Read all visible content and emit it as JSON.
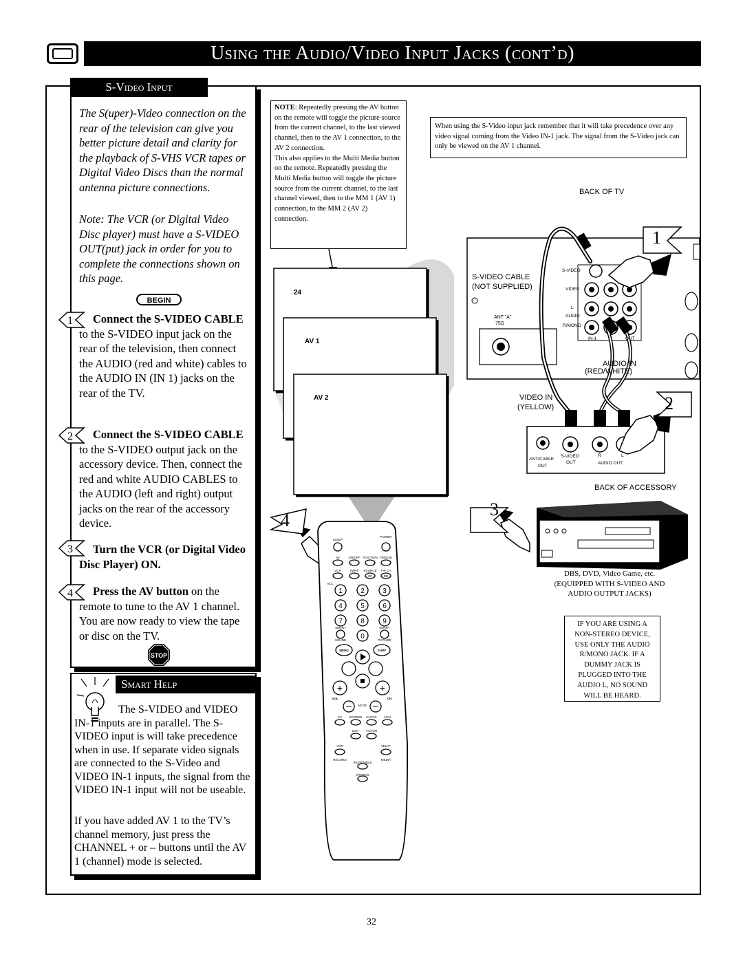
{
  "header": {
    "title": "Using the Audio/Video Input Jacks (cont’d)"
  },
  "left_panel": {
    "section_title": "S-Video Input",
    "intro_paragraph": "The S(uper)-Video connection on the rear of the television can give you better picture detail and clarity for the playback of S-VHS VCR tapes or Digital Video Discs than the normal antenna picture connections.",
    "note_paragraph": "Note: The VCR (or Digital Video Disc player) must have a S-VIDEO OUT(put) jack in order for you to complete the connections shown on this page.",
    "begin_label": "BEGIN",
    "steps": [
      {
        "number": "1",
        "bold_text": "Connect the S-VIDEO CABLE",
        "rest_text": " to the S-VIDEO input jack on the rear of the television, then connect the AUDIO (red and white) cables to the AUDIO IN (IN 1) jacks on the rear of the TV."
      },
      {
        "number": "2",
        "bold_text": "Connect the S-VIDEO CABLE",
        "rest_text": " to the S-VIDEO output jack on the accessory device. Then, connect the red and white AUDIO CABLES to the AUDIO (left and right) output jacks on the rear of the accessory device."
      },
      {
        "number": "3",
        "bold_text": "Turn the VCR (or Digital Video Disc Player) ON.",
        "rest_text": ""
      },
      {
        "number": "4",
        "bold_text": "Press the AV button",
        "rest_text": " on the remote to tune to the AV 1 channel. You are now ready to view the tape or disc on the TV."
      }
    ],
    "stop_label": "STOP"
  },
  "smart_help": {
    "title": "Smart Help",
    "paragraph1": "The S-VIDEO and VIDEO IN-1 inputs are in parallel. The S-VIDEO input is will take precedence when in use. If separate video signals are connected to the S-Video and VIDEO IN-1 inputs, the signal from the VIDEO IN-1 input will not be useable.",
    "paragraph2": "If you have added AV 1 to the TV’s channel memory, just press the CHANNEL + or – buttons until the AV 1 (channel) mode is selected."
  },
  "notes": {
    "av_note_bold": "NOTE",
    "av_note_text": ": Repeatedly pressing the AV button on the remote will toggle the picture source from the current channel, to the last viewed channel, then to the AV 1 connection, to the AV 2 connection.\nThis also applies to the Multi Media button on the remote. Repeatedly pressing the Multi Media button will toggle the picture source from the current channel, to the last channel viewed, then to the MM 1 (AV 1) connection, to the MM 2 (AV 2) connection.",
    "svideo_note": "When using the S-Video input jack remember that it will take precedence over any video signal coming from the Video IN-1 jack. The signal from the S-Video jack can only be viewed on the AV 1 channel.",
    "mono_note": "IF YOU ARE USING A NON-STEREO DEVICE, USE ONLY THE AUDIO R/MONO JACK. IF A DUMMY JACK IS PLUGGED INTO THE AUDIO L, NO SOUND WILL BE HEARD."
  },
  "screens": [
    "24",
    "AV 1",
    "AV 2"
  ],
  "diagram": {
    "back_of_tv": "BACK OF TV",
    "svideo_cable": "S-VIDEO CABLE",
    "not_supplied": "(NOT SUPPLIED)",
    "ant_a": "ANT \"A\"",
    "ohm": "75Ω",
    "jack_svideo": "S-VIDEO",
    "jack_video": "VIDEO",
    "jack_l": "L",
    "jack_audio": "AUDIO",
    "jack_rmono": "R/MONO",
    "jack_in1": "IN-1",
    "jack_out": "OUT",
    "audio_in": "AUDIO IN",
    "red_white": "(RED/WHITE)",
    "video_in": "VIDEO IN",
    "yellow": "(YELLOW)",
    "acc_ant_cable": "ANT/CABLE",
    "acc_out": "OUT",
    "acc_svideo": "S-VIDEO",
    "acc_svideo_out": "OUT",
    "acc_r": "R",
    "acc_l": "L",
    "acc_audio_out": "AUDIO OUT",
    "back_of_accessory": "BACK OF ACCESSORY",
    "device_caption": "DBS, DVD, Video Game, etc.\n(EQUIPPED WITH S-VIDEO AND\nAUDIO OUTPUT JACKS)",
    "callouts": [
      "1",
      "2",
      "3",
      "4"
    ]
  },
  "remote": {
    "labels": [
      "SLEEP",
      "POWER",
      "AV",
      "ON/OFF",
      "POSITION",
      "FREEZE",
      "VCR",
      "SWAP",
      "SOURCE",
      "PIP CH",
      "UP",
      "DN",
      "ACC",
      "SMART",
      "SMART",
      "SOUND",
      "PICTURE",
      "MENU",
      "SURF",
      "VOL",
      "CH",
      "MUTE",
      "CC",
      "SCREEN",
      "CLOCK",
      "A/CH",
      "EXIT",
      "TV/VCR",
      "VCR",
      "RECORD",
      "INCREDIBLE",
      "STEREO",
      "MULTI",
      "MEDIA"
    ],
    "digits": [
      "1",
      "2",
      "3",
      "4",
      "5",
      "6",
      "7",
      "8",
      "9",
      "0"
    ]
  },
  "footer": {
    "page_number": "32"
  }
}
